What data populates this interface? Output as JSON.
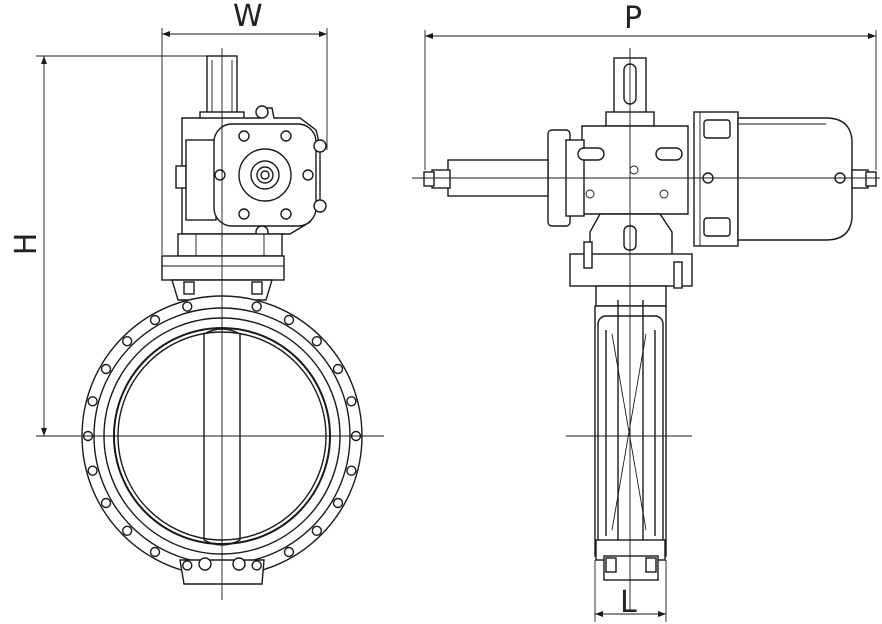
{
  "dimensions": {
    "width_label": "W",
    "height_label": "H",
    "length_label": "L",
    "projection_label": "P"
  },
  "colors": {
    "line": "#1a1a1a",
    "background": "#ffffff"
  }
}
